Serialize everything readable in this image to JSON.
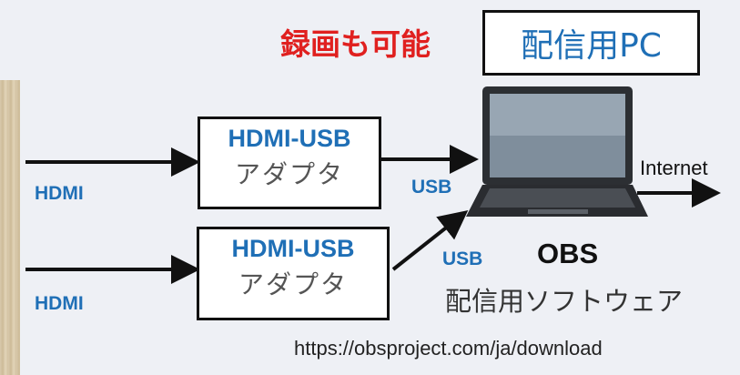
{
  "recording_note": "録画も可能",
  "pc_label": "配信用PC",
  "adapter_top": {
    "line1": "HDMI-USB",
    "line2": "アダプタ"
  },
  "adapter_bottom": {
    "line1": "HDMI-USB",
    "line2": "アダプタ"
  },
  "input_top_label": "HDMI",
  "input_bottom_label": "HDMI",
  "usb_top_label": "USB",
  "usb_bottom_label": "USB",
  "internet_label": "Internet",
  "software_name": "OBS",
  "software_desc": "配信用ソフトウェア",
  "download_url": "https://obsproject.com/ja/download"
}
